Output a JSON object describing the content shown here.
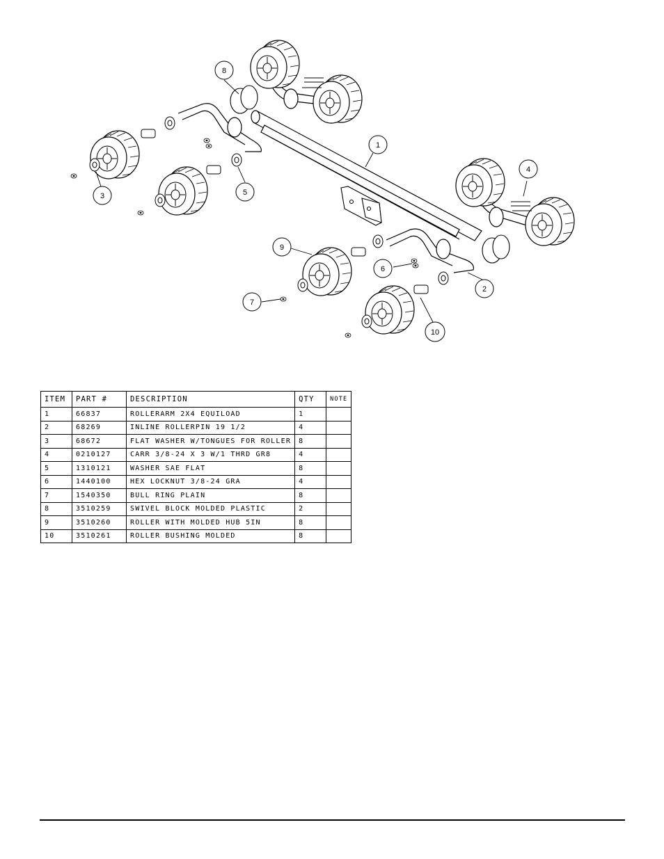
{
  "callouts": [
    "1",
    "2",
    "3",
    "4",
    "5",
    "6",
    "7",
    "8",
    "9",
    "10"
  ],
  "table": {
    "headers": [
      "ITEM",
      "PART #",
      "DESCRIPTION",
      "QTY",
      "NOTE"
    ],
    "rows": [
      [
        "1",
        "66837",
        "ROLLERARM  2X4 EQUILOAD",
        "1",
        ""
      ],
      [
        "2",
        "68269",
        "INLINE ROLLERPIN 19 1/2",
        "4",
        ""
      ],
      [
        "3",
        "68672",
        "FLAT WASHER W/TONGUES FOR ROLLER",
        "8",
        ""
      ],
      [
        "4",
        "0210127",
        "CARR 3/8-24 X 3 W/1 THRD GR8",
        "4",
        ""
      ],
      [
        "5",
        "1310121",
        "WASHER SAE FLAT",
        "8",
        ""
      ],
      [
        "6",
        "1440100",
        "HEX LOCKNUT 3/8-24 GRA",
        "4",
        ""
      ],
      [
        "7",
        "1540350",
        "BULL RING PLAIN",
        "8",
        ""
      ],
      [
        "8",
        "3510259",
        "SWIVEL BLOCK MOLDED PLASTIC",
        "2",
        ""
      ],
      [
        "9",
        "3510260",
        "ROLLER WITH MOLDED HUB  5IN",
        "8",
        ""
      ],
      [
        "10",
        "3510261",
        "ROLLER BUSHING MOLDED",
        "8",
        ""
      ]
    ]
  }
}
